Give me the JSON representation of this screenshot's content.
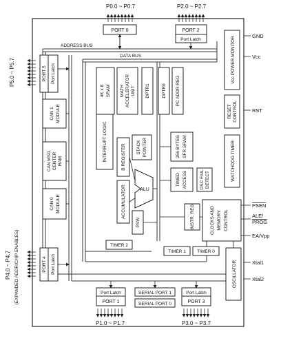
{
  "pins_top": {
    "p0": "P0.0 ~ P0.7",
    "p2": "P2.0 ~ P2.7"
  },
  "pins_bottom": {
    "p1": "P1.0 ~ P1.7",
    "p3": "P3.0 ~ P3.7"
  },
  "pins_left": {
    "p5": "P5.0 ~ P5.7",
    "p4": "P4.0 ~ P4.7",
    "p4_note": "(EXPANDED ADDR/CHIP ENABLES)"
  },
  "pins_right": {
    "gnd": "GND",
    "vcc": "Vcc",
    "rst": "RST",
    "psen": "PSEN",
    "ale": "ALE/",
    "prog": "PROG",
    "eavpp": "EA/Vpp",
    "xtal1": "Xtal1",
    "xtal2": "Xtal2"
  },
  "buses": {
    "address": "ADDRESS BUS",
    "data": "DATA BUS"
  },
  "blocks": {
    "port0": "PORT 0",
    "port2": "PORT 2",
    "port2_latch": "Port Latch",
    "port5": "PORT 5",
    "port5_latch": "Port Latch",
    "port4": "PORT 4",
    "port4_latch": "Port Latch",
    "port1": "PORT 1",
    "port1_latch": "Port Latch",
    "port3": "PORT 3",
    "port3_latch": "Port Latch",
    "sram": [
      "4K x 8",
      "SRAM"
    ],
    "math": [
      "MATH",
      "ACCELERATOR",
      "UNIT"
    ],
    "dptr1": "DPTR1",
    "dptr0": "DPTR0",
    "pcaddr": "PC ADDR REG",
    "interrupt": "INTERRUPT LOGIC",
    "breg": "B REGISTER",
    "sp": [
      "STACK",
      "POINTER"
    ],
    "sfr": [
      "256 BYTES",
      "SFR SRAM"
    ],
    "timed": [
      "TIMED",
      "ACCESS"
    ],
    "alu": "ALU",
    "osc_fail": [
      "OSC FAIL",
      "DETECT"
    ],
    "acc": "ACCUMULATOR",
    "psw": "PSW",
    "instr": "INSTR. REG",
    "clocks": [
      "CLOCKS AND",
      "MEMORY",
      "CONTROL"
    ],
    "can1": [
      "CAN 1",
      "MODULE"
    ],
    "can_msg": [
      "CAN MSG",
      "CENTER",
      "RAM"
    ],
    "can0": [
      "CAN 0",
      "MODULE"
    ],
    "timer2": "TIMER 2",
    "timer1": "TIMER 1",
    "timer0": "TIMER 0",
    "serial1": "SERIAL PORT 1",
    "serial0": "SERIAL PORT 0",
    "vcc_mon": "Vcc POWER MONITOR",
    "reset": [
      "RESET",
      "CONTROL"
    ],
    "watchdog": "WATCHDOG TIMER",
    "oscillator": "OSCILLATOR"
  }
}
